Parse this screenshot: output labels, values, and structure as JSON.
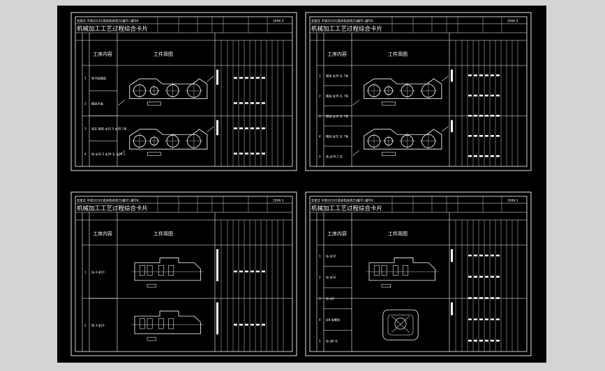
{
  "viewport": "CAD drawing viewer",
  "sheets": [
    {
      "header_line": "石家庄 中铁20101铣床机床铣刀(编号) 编号K",
      "title": "机械加工工艺过程综合卡片",
      "section_content": "工序内容",
      "section_sketch": "工件简图",
      "steps": [
        "铣平面端面",
        "精铣平面",
        "铣孔 粗铣 ф32.5 ф39 7系",
        "铣 ф32.5 ф39 孔 ф70.1"
      ],
      "date": "2006.5"
    },
    {
      "header_line": "石家庄 中铁20101铣床机床铣刀(编号) 编号K",
      "title": "机械加工工艺过程综合卡片",
      "section_content": "工序内容",
      "section_sketch": "工件简图",
      "steps": [
        "粗铣 ф39 孔 7系",
        "精铣 ф39 孔 7系",
        "粗铣 ф32 孔 7系",
        "精铣 ф32 孔 7系",
        "铣 ф70.1 孔"
      ],
      "date": "2006.5"
    },
    {
      "header_line": "石家庄 中铁20101铣床机床铣刀(编号) 编号K",
      "title": "机械加工工艺过程综合卡片",
      "section_content": "工序内容",
      "section_sketch": "工件简图",
      "steps": [
        "钻 4-ф10",
        "铣 3-ф16"
      ],
      "date": "2006.5"
    },
    {
      "header_line": "石家庄 中铁20101铣床机床铣刀(编号) 编号K",
      "title": "机械加工工艺过程综合卡片",
      "section_content": "工序内容",
      "section_sketch": "工件简图",
      "steps": [
        "钻 ф10",
        "铰 ф10",
        "钻 ф6",
        "ф8 攻螺纹",
        "钻 ф8 孔"
      ],
      "date": "2006.5"
    }
  ]
}
